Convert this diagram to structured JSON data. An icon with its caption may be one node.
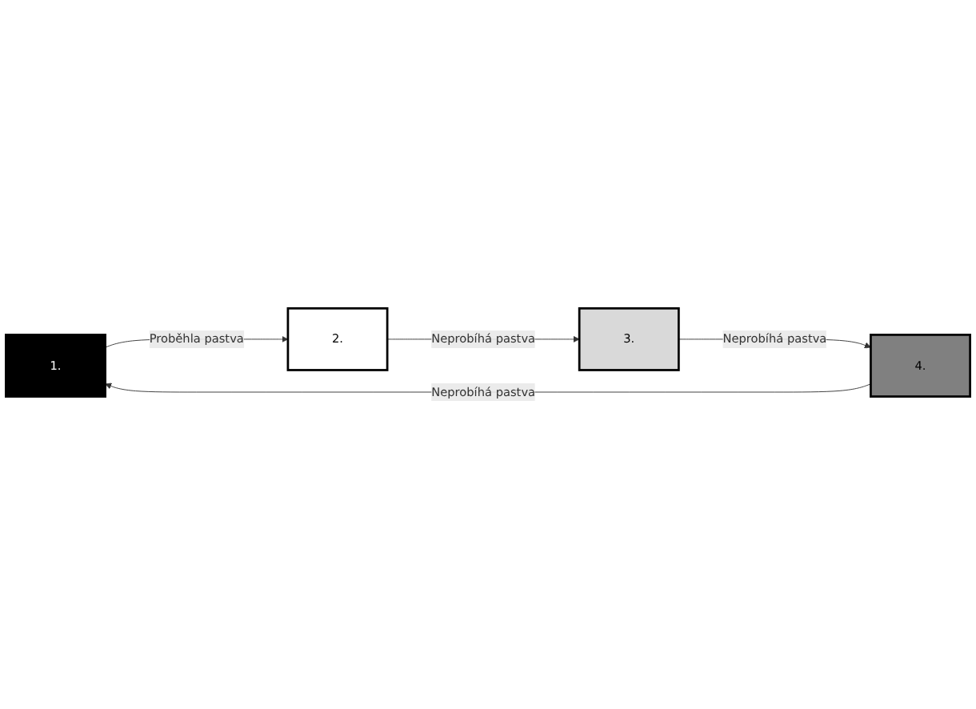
{
  "diagram": {
    "nodes": [
      {
        "text": [
          "1."
        ]
      },
      {
        "text": [
          "2."
        ]
      },
      {
        "text": [
          "3."
        ]
      },
      {
        "text": [
          "4."
        ]
      }
    ],
    "edges": [
      {
        "from": 0,
        "to": 1,
        "arrow": "to",
        "label": "Proběhla pastva"
      },
      {
        "from": 1,
        "to": 2,
        "arrow": "to",
        "label": "Neprobíhá pastva"
      },
      {
        "from": 2,
        "to": 3,
        "arrow": "to",
        "label": "Neprobíhá pastva"
      },
      {
        "from": 3,
        "to": 0,
        "arrow": "to",
        "label": "Neprobíhá pastva"
      }
    ]
  }
}
